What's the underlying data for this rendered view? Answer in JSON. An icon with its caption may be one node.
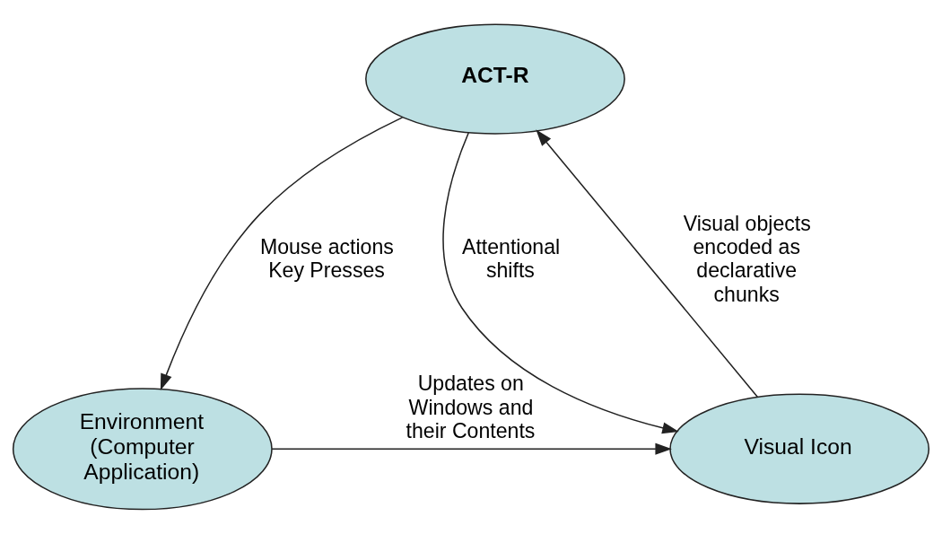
{
  "diagram": {
    "nodes": [
      {
        "text": [
          "ACT-R"
        ]
      },
      {
        "text": [
          "Environment (Computer Application)"
        ]
      },
      {
        "text": [
          "Visual Icon"
        ]
      }
    ],
    "edges": [
      {
        "from": 2,
        "to": 0,
        "arrow": "to",
        "label": "Visual objects encoded as declarative chunks"
      },
      {
        "from": 0,
        "to": 2,
        "arrow": "to",
        "label": "Attentional shifts"
      },
      {
        "from": 0,
        "to": 1,
        "arrow": "to",
        "label": "Mouse actions Key Presses"
      },
      {
        "from": 1,
        "to": 2,
        "arrow": "to",
        "label": "Updates on Windows and their Contents"
      }
    ]
  }
}
